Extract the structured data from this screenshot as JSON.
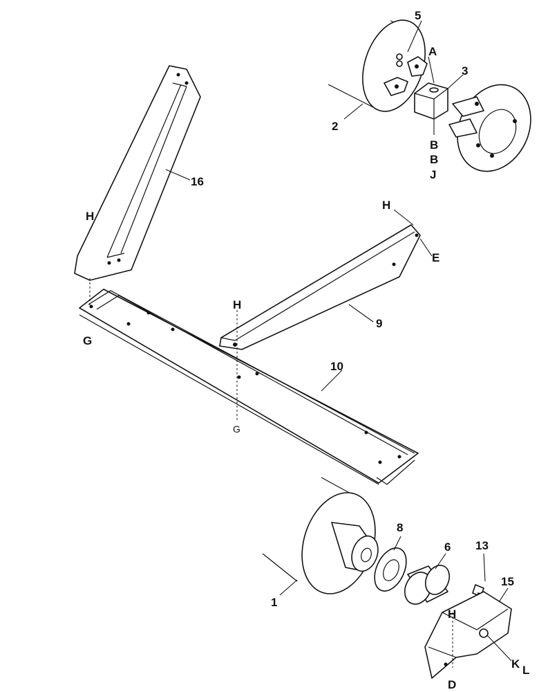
{
  "diagram": {
    "parts": {
      "p1": "1",
      "p2": "2",
      "p3": "3",
      "p5": "5",
      "p6": "6",
      "p8": "8",
      "p9": "9",
      "p10": "10",
      "p13": "13",
      "p15": "15",
      "p16": "16"
    },
    "letters": {
      "A": "A",
      "B1": "B",
      "B2": "B",
      "J": "J",
      "H_top_arm": "H",
      "E": "E",
      "H_left": "H",
      "H_mid": "H",
      "G_left": "G",
      "G_mid": "G",
      "H_housing": "H",
      "K": "K",
      "L": "L",
      "D": "D"
    }
  }
}
